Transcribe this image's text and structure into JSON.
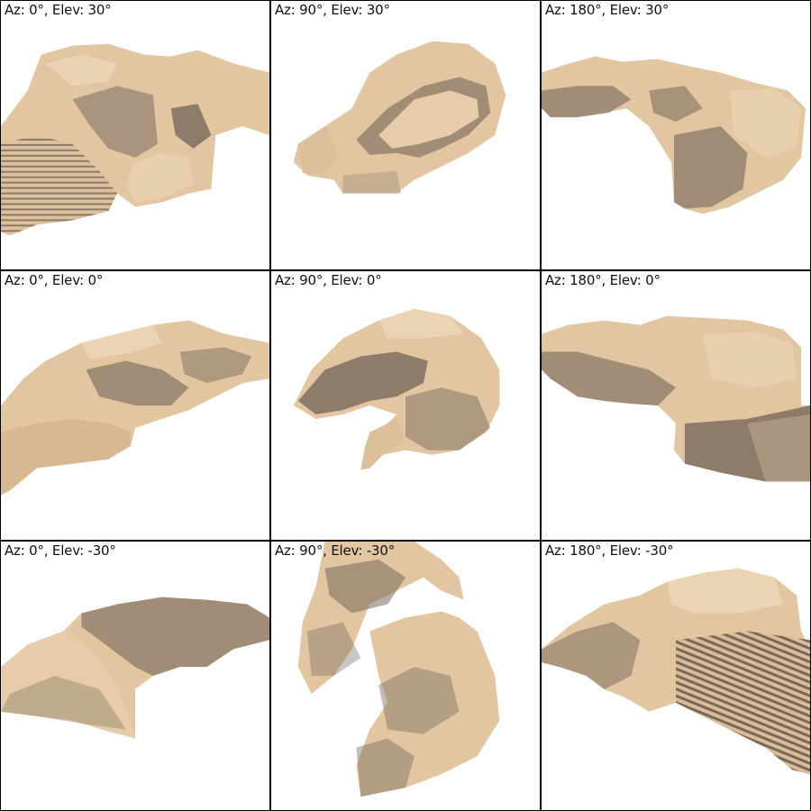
{
  "grid": {
    "panels": [
      {
        "label": "Az: 0°, Elev: 30°"
      },
      {
        "label": "Az: 90°, Elev: 30°"
      },
      {
        "label": "Az: 180°, Elev: 30°"
      },
      {
        "label": "Az: 0°, Elev: 0°"
      },
      {
        "label": "Az: 90°, Elev: 0°"
      },
      {
        "label": "Az: 180°, Elev: 0°"
      },
      {
        "label": "Az: 0°, Elev: -30°"
      },
      {
        "label": "Az: 90°, Elev: -30°"
      },
      {
        "label": "Az: 180°, Elev: -30°"
      }
    ]
  },
  "colors": {
    "surface": "#e2c6a2",
    "shadow": "#6b5d52",
    "background": "#ffffff",
    "divider": "#000000"
  }
}
